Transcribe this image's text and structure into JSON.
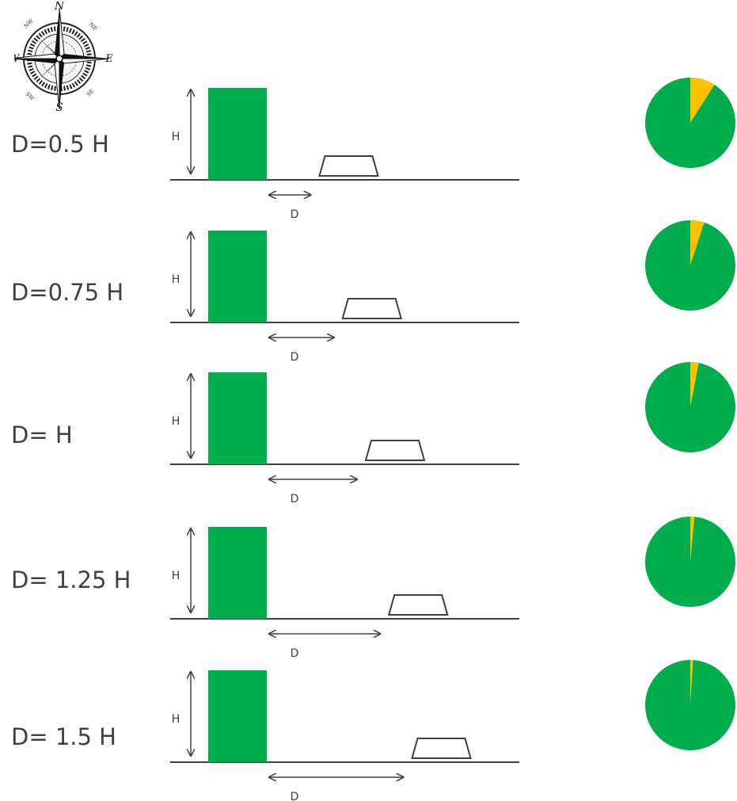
{
  "colors": {
    "building": "#00ad4d",
    "pie_main": "#00ad4d",
    "pie_accent": "#ffc000",
    "line": "#404040",
    "text": "#404040"
  },
  "compass": {
    "north": "N",
    "south": "S",
    "east": "E",
    "west": "W",
    "northwest": "NW",
    "northeast": "NE",
    "southwest": "SW",
    "southeast": "SE"
  },
  "rows": [
    {
      "label": "D=0.5 H",
      "height_label": "H",
      "distance_label": "D",
      "distance_ratio": 0.5,
      "accent_fraction": 0.09
    },
    {
      "label": "D=0.75 H",
      "height_label": "H",
      "distance_label": "D",
      "distance_ratio": 0.75,
      "accent_fraction": 0.05
    },
    {
      "label": "D= H",
      "height_label": "H",
      "distance_label": "D",
      "distance_ratio": 1.0,
      "accent_fraction": 0.03
    },
    {
      "label": "D= 1.25 H",
      "height_label": "H",
      "distance_label": "D",
      "distance_ratio": 1.25,
      "accent_fraction": 0.015
    },
    {
      "label": "D= 1.5 H",
      "height_label": "H",
      "distance_label": "D",
      "distance_ratio": 1.5,
      "accent_fraction": 0.01
    }
  ]
}
